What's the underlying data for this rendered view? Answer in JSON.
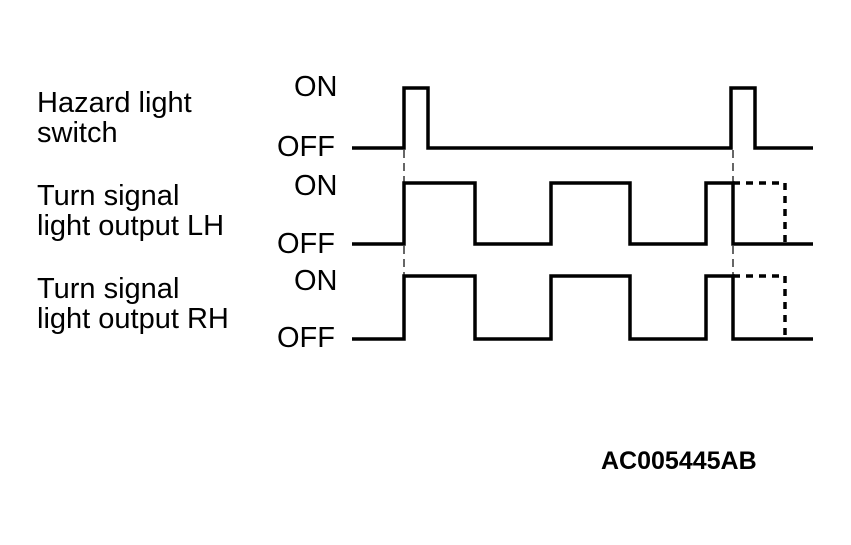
{
  "signals": [
    {
      "label_line1": "Hazard light",
      "label_line2": "switch",
      "on_label": "ON",
      "off_label": "OFF"
    },
    {
      "label_line1": "Turn signal",
      "label_line2": "light output LH",
      "on_label": "ON",
      "off_label": "OFF"
    },
    {
      "label_line1": "Turn signal",
      "label_line2": "light output RH",
      "on_label": "ON",
      "off_label": "OFF"
    }
  ],
  "figure_code": "AC005445AB",
  "colors": {
    "line": "#000000",
    "background": "#ffffff"
  }
}
